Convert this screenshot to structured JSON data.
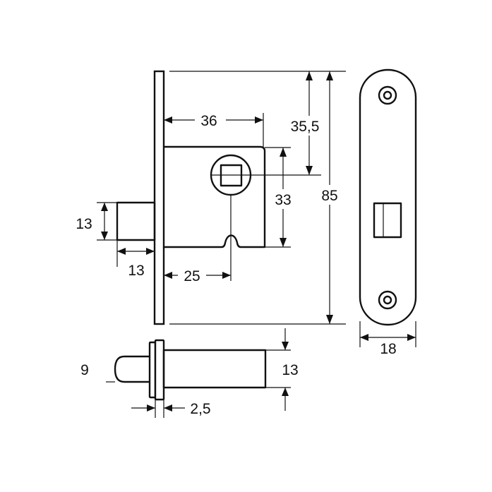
{
  "diagram": {
    "line_color": "#111111",
    "background": "#ffffff",
    "dimensions": {
      "backset": "36",
      "spindle_from_top": "35,5",
      "height_total": "85",
      "spindle_to_notch": "33",
      "bolt_height": "13",
      "bolt_projection": "13",
      "notch_offset": "25",
      "strike_width": "18",
      "pin_diameter": "9",
      "bolt_body_height": "13",
      "flange_thickness": "2,5"
    }
  }
}
